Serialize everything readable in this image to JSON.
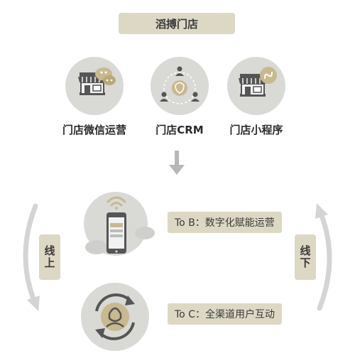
{
  "title": "滔搏门店",
  "features": [
    {
      "label": "门店微信运营",
      "icon": "store-wechat-icon"
    },
    {
      "label": "门店CRM",
      "icon": "crm-network-icon"
    },
    {
      "label": "门店小程序",
      "icon": "store-miniprogram-icon"
    }
  ],
  "online_label": "线上",
  "offline_label": "线下",
  "to_b_label": "To B：数字化赋能运营",
  "to_c_label": "To C：全渠道用户互动",
  "colors": {
    "tag_bg": "#ddd8c4",
    "circle_bg": "#d9d9d6",
    "dark": "#555555",
    "gold": "#c8b98e",
    "arrow": "#d4d4d2"
  }
}
